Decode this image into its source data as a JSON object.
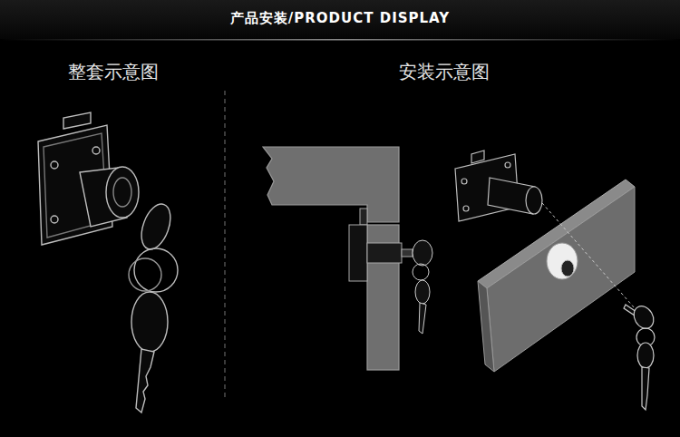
{
  "diagram": {
    "title": "产品安装/PRODUCT DISPLAY",
    "labels": [
      "整套示意图",
      "安装示意图"
    ]
  }
}
